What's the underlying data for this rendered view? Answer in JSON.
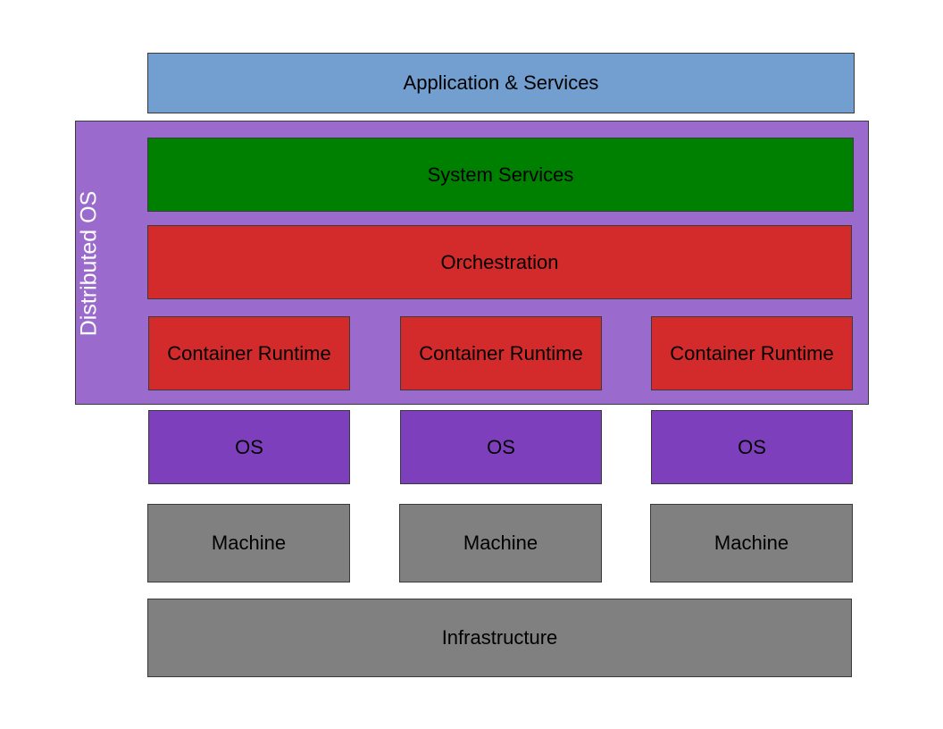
{
  "diagram": {
    "colors": {
      "application": "#729fcf",
      "distributed_os": "#9a6bcc",
      "system_services": "#008000",
      "orchestration": "#d32b2b",
      "container_runtime": "#d32b2b",
      "os": "#7e3fbd",
      "machine": "#808080",
      "infrastructure": "#808080",
      "border": "#3a3a3a"
    },
    "application": "Application & Services",
    "distributed_os_label": "Distributed OS",
    "system_services": "System Services",
    "orchestration": "Orchestration",
    "container_runtimes": [
      "Container Runtime",
      "Container Runtime",
      "Container Runtime"
    ],
    "os_nodes": [
      "OS",
      "OS",
      "OS"
    ],
    "machines": [
      "Machine",
      "Machine",
      "Machine"
    ],
    "infrastructure": "Infrastructure"
  }
}
